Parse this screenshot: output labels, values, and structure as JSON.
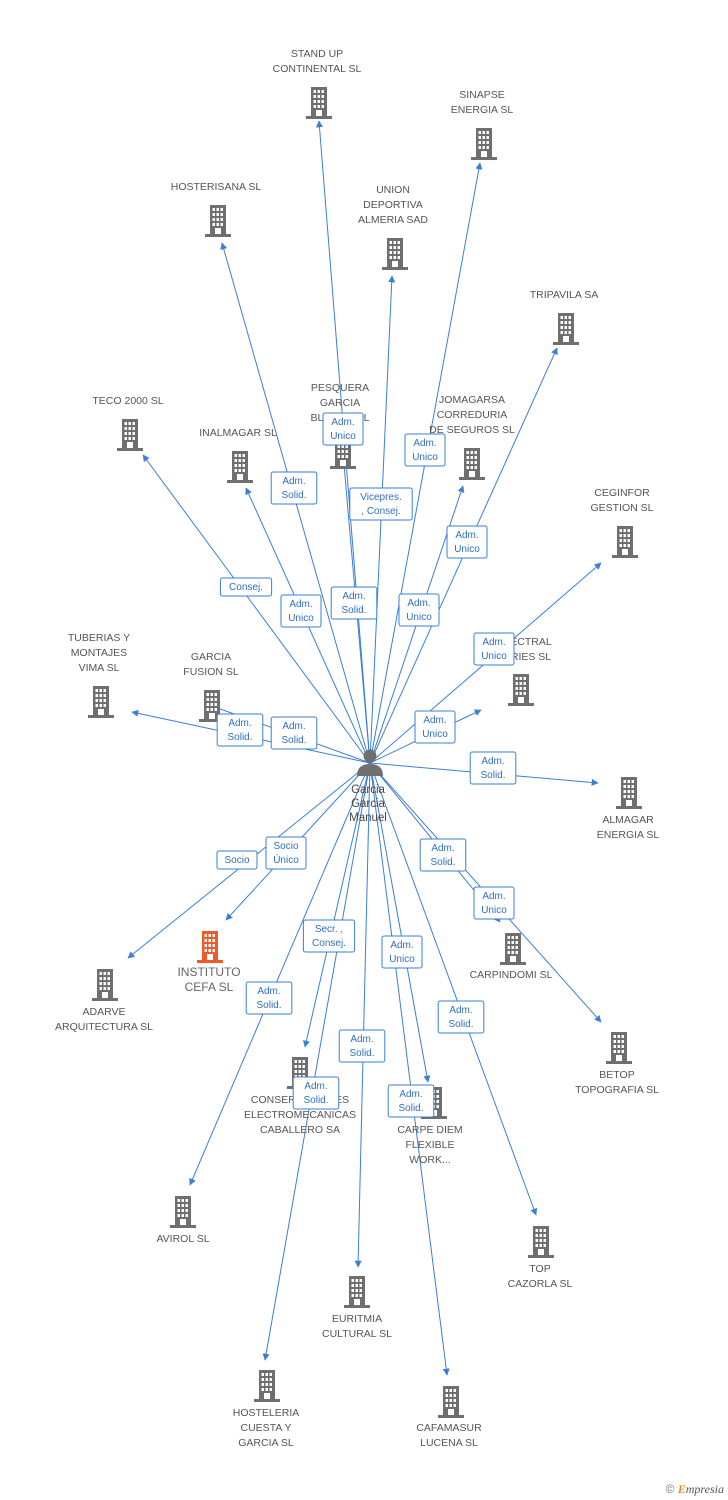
{
  "center": {
    "label_lines": [
      "Garcia",
      "Garcia",
      "Manuel"
    ]
  },
  "nodes": [
    {
      "id": "stand_up",
      "label_lines": [
        "STAND UP",
        "CONTINENTAL SL"
      ],
      "highlight": false
    },
    {
      "id": "sinapse",
      "label_lines": [
        "SINAPSE",
        "ENERGIA SL"
      ],
      "highlight": false
    },
    {
      "id": "hosterisana",
      "label_lines": [
        "HOSTERISANA SL"
      ],
      "highlight": false
    },
    {
      "id": "union_deportiva",
      "label_lines": [
        "UNION",
        "DEPORTIVA",
        "ALMERIA SAD"
      ],
      "highlight": false
    },
    {
      "id": "tripavila",
      "label_lines": [
        "TRIPAVILA SA"
      ],
      "highlight": false
    },
    {
      "id": "teco",
      "label_lines": [
        "TECO 2000 SL"
      ],
      "highlight": false
    },
    {
      "id": "pesquera",
      "label_lines": [
        "PESQUERA",
        "GARCIA",
        "BLANCO SL"
      ],
      "highlight": false
    },
    {
      "id": "jomagarsa",
      "label_lines": [
        "JOMAGARSA",
        "CORREDURIA",
        "DE SEGUROS SL"
      ],
      "highlight": false
    },
    {
      "id": "inalmagar",
      "label_lines": [
        "INALMAGAR SL"
      ],
      "highlight": false
    },
    {
      "id": "ceginfor",
      "label_lines": [
        "CEGINFOR",
        "GESTION SL"
      ],
      "highlight": false
    },
    {
      "id": "tuberias",
      "label_lines": [
        "TUBERIAS Y",
        "MONTAJES",
        "VIMA SL"
      ],
      "highlight": false
    },
    {
      "id": "garcia_fusion",
      "label_lines": [
        "GARCIA",
        "FUSION SL"
      ],
      "highlight": false
    },
    {
      "id": "spectral",
      "label_lines": [
        "SPECTRAL",
        "SERIES SL"
      ],
      "highlight": false
    },
    {
      "id": "almagar",
      "label_lines": [
        "ALMAGAR",
        "ENERGIA SL"
      ],
      "highlight": false
    },
    {
      "id": "instituto",
      "label_lines": [
        "INSTITUTO",
        "CEFA SL"
      ],
      "highlight": true
    },
    {
      "id": "adarve",
      "label_lines": [
        "ADARVE",
        "ARQUITECTURA SL"
      ],
      "highlight": false
    },
    {
      "id": "carpindomi",
      "label_lines": [
        "CARPINDOMI SL"
      ],
      "highlight": false
    },
    {
      "id": "betop",
      "label_lines": [
        "BETOP",
        "TOPOGRAFIA SL"
      ],
      "highlight": false
    },
    {
      "id": "conservaciones",
      "label_lines": [
        "CONSERVACIONES",
        "ELECTROMECANICAS",
        "CABALLERO SA"
      ],
      "highlight": false
    },
    {
      "id": "carpe_diem",
      "label_lines": [
        "CARPE DIEM",
        "FLEXIBLE",
        "WORK..."
      ],
      "highlight": false
    },
    {
      "id": "avirol",
      "label_lines": [
        "AVIROL SL"
      ],
      "highlight": false
    },
    {
      "id": "top_cazorla",
      "label_lines": [
        "TOP",
        "CAZORLA SL"
      ],
      "highlight": false
    },
    {
      "id": "euritmia",
      "label_lines": [
        "EURITMIA",
        "CULTURAL SL"
      ],
      "highlight": false
    },
    {
      "id": "hosteleria",
      "label_lines": [
        "HOSTELERIA",
        "CUESTA Y",
        "GARCIA SL"
      ],
      "highlight": false
    },
    {
      "id": "cafamasur",
      "label_lines": [
        "CAFAMASUR",
        "LUCENA SL"
      ],
      "highlight": false
    }
  ],
  "relations": [
    {
      "lines": [
        "Adm.",
        "Unico"
      ]
    },
    {
      "lines": [
        "Adm.",
        "Unico"
      ]
    },
    {
      "lines": [
        "Adm.",
        "Solid."
      ]
    },
    {
      "lines": [
        "Vicepres.",
        ", Consej."
      ]
    },
    {
      "lines": [
        "Adm.",
        "Unico"
      ]
    },
    {
      "lines": [
        "Consej."
      ]
    },
    {
      "lines": [
        "Adm.",
        "Solid."
      ]
    },
    {
      "lines": [
        "Adm.",
        "Unico"
      ]
    },
    {
      "lines": [
        "Adm.",
        "Unico"
      ]
    },
    {
      "lines": [
        "Adm.",
        "Unico"
      ]
    },
    {
      "lines": [
        "Adm.",
        "Solid."
      ]
    },
    {
      "lines": [
        "Adm.",
        "Solid."
      ]
    },
    {
      "lines": [
        "Adm.",
        "Unico"
      ]
    },
    {
      "lines": [
        "Adm.",
        "Solid."
      ]
    },
    {
      "lines": [
        "Socio"
      ]
    },
    {
      "lines": [
        "Socio",
        "Único"
      ]
    },
    {
      "lines": [
        "Adm.",
        "Solid."
      ]
    },
    {
      "lines": [
        "Adm.",
        "Unico"
      ]
    },
    {
      "lines": [
        "Secr. ,",
        "Consej."
      ]
    },
    {
      "lines": [
        "Adm.",
        "Unico"
      ]
    },
    {
      "lines": [
        "Adm.",
        "Solid."
      ]
    },
    {
      "lines": [
        "Adm.",
        "Solid."
      ]
    },
    {
      "lines": [
        "Adm.",
        "Solid."
      ]
    },
    {
      "lines": [
        "Adm.",
        "Solid."
      ]
    },
    {
      "lines": [
        "Adm.",
        "Solid."
      ]
    }
  ],
  "colors": {
    "edge": "#3a7fd5",
    "building": "#6f6f6f",
    "highlight": "#f05a28",
    "person": "#6f6f6f"
  },
  "footer": {
    "copyright": "©",
    "brand_initial": "E",
    "brand_rest": "mpresia"
  }
}
